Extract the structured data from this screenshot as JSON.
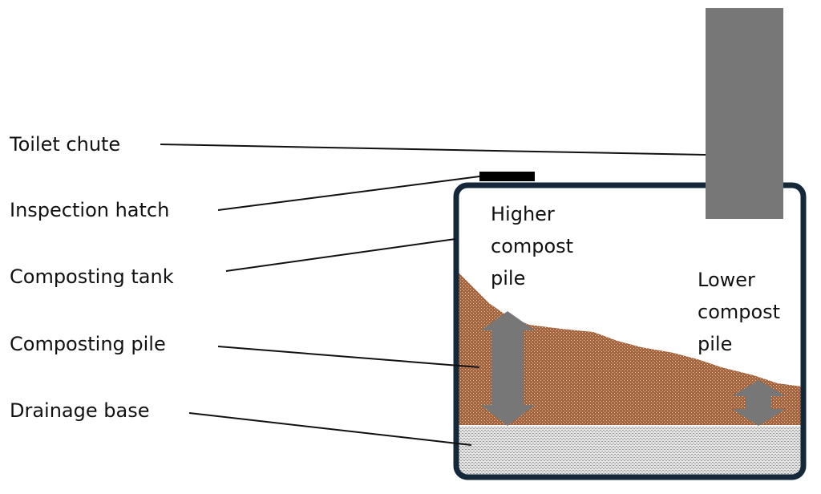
{
  "labels": {
    "toilet_chute": "Toilet chute",
    "inspection_hatch": "Inspection hatch",
    "composting_tank": "Composting tank",
    "composting_pile": "Composting pile",
    "drainage_base": "Drainage base"
  },
  "annotations": {
    "higher": [
      "Higher",
      "compost",
      "pile"
    ],
    "lower": [
      "Lower",
      "compost",
      "pile"
    ]
  },
  "colors": {
    "tank_outline": "#14283a",
    "chute": "#777777",
    "hatch": "#000000",
    "compost": "#a4643e",
    "drainage": "#d9d9d9",
    "arrow": "#777777"
  }
}
